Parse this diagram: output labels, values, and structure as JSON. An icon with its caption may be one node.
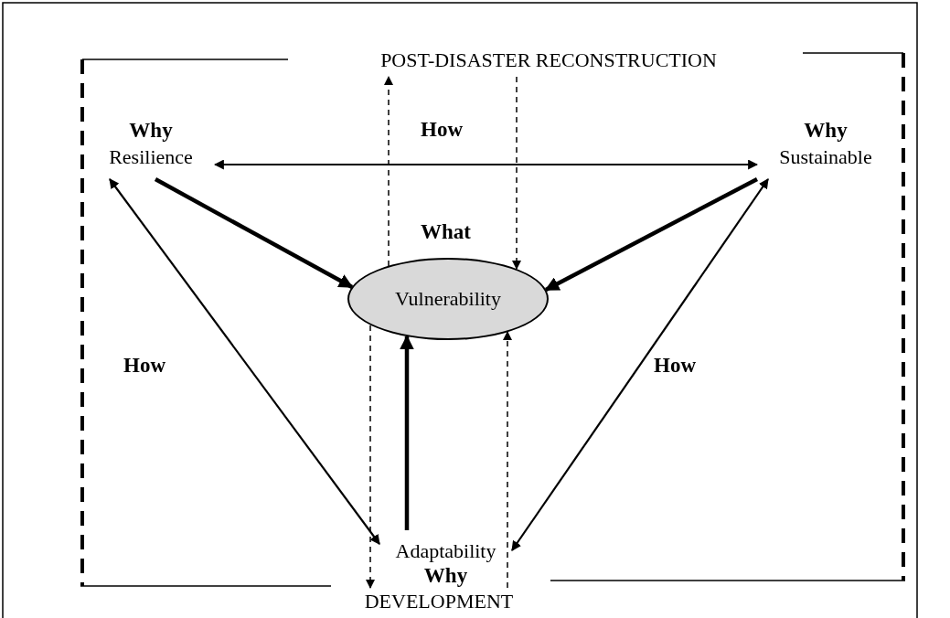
{
  "diagram": {
    "nodes": [
      {
        "text": [
          "POST-DISASTER RECONSTRUCTION"
        ]
      },
      {
        "text": [
          "Why",
          "Resilience"
        ]
      },
      {
        "text": [
          "Why",
          "Sustainable"
        ]
      },
      {
        "text": [
          "Vulnerability"
        ],
        "beside": [
          "What"
        ]
      },
      {
        "text": [
          "Adaptability",
          "Why"
        ]
      },
      {
        "text": [
          "DEVELOPMENT"
        ]
      }
    ],
    "edges": [
      {
        "from": 1,
        "to": 2,
        "arrow": "both"
      },
      {
        "from": 1,
        "to": 3,
        "arrow": "to",
        "style": "thick"
      },
      {
        "from": 2,
        "to": 3,
        "arrow": "to",
        "style": "thick"
      },
      {
        "from": 4,
        "to": 3,
        "arrow": "to",
        "style": "thick"
      },
      {
        "from": 1,
        "to": 4,
        "arrow": "both"
      },
      {
        "from": 2,
        "to": 4,
        "arrow": "both"
      },
      {
        "from": 3,
        "to": 0,
        "arrow": "to",
        "style": "dashed"
      },
      {
        "from": 0,
        "to": 3,
        "arrow": "to",
        "style": "dashed"
      },
      {
        "from": 3,
        "to": 5,
        "arrow": "to",
        "style": "dashed"
      },
      {
        "from": 5,
        "to": 3,
        "arrow": "to",
        "style": "dashed"
      }
    ],
    "labels": [
      "How",
      "How",
      "How"
    ]
  }
}
